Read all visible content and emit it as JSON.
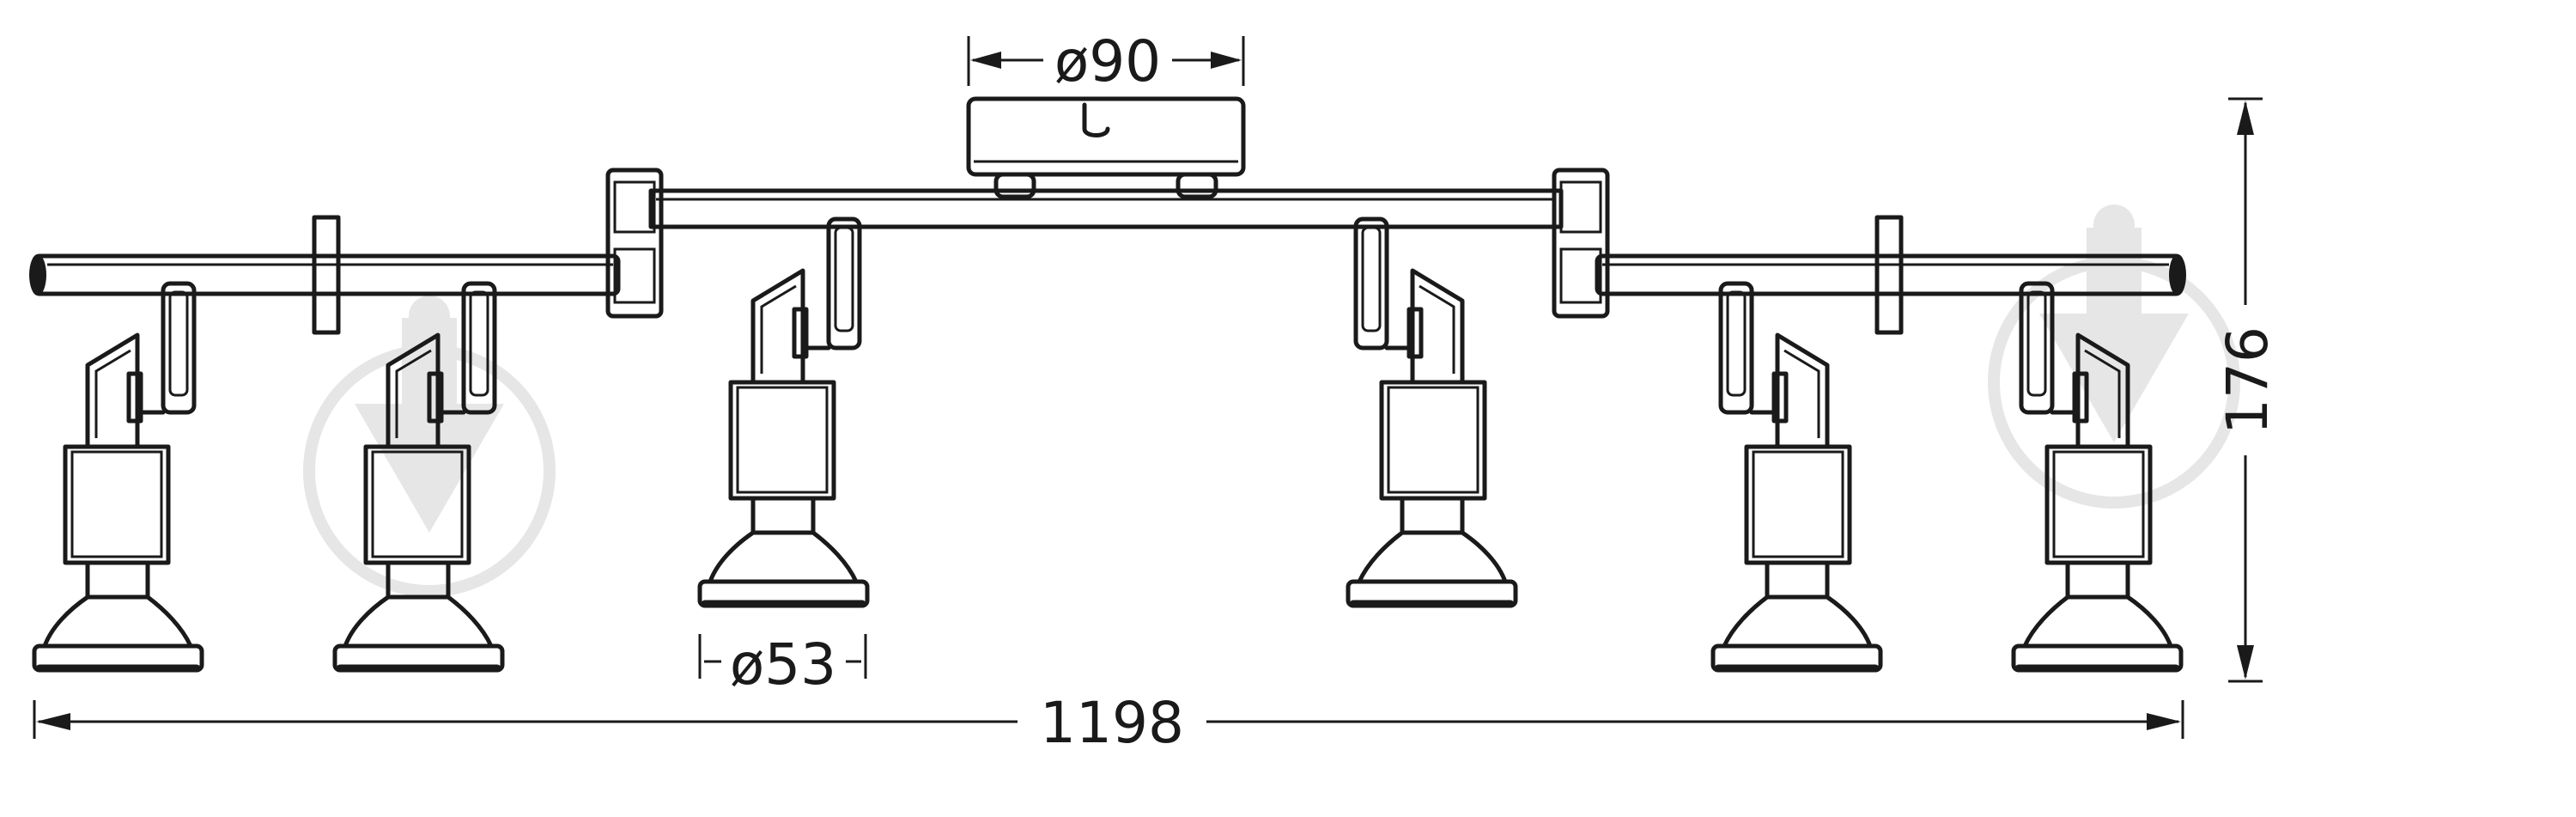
{
  "dimensions": {
    "canopy_diameter": "ø90",
    "spot_diameter": "ø53",
    "total_width": "1198",
    "total_height": "176"
  },
  "colors": {
    "line": "#1a1a1a",
    "watermark": "#e6e6e6",
    "background": "#ffffff"
  }
}
